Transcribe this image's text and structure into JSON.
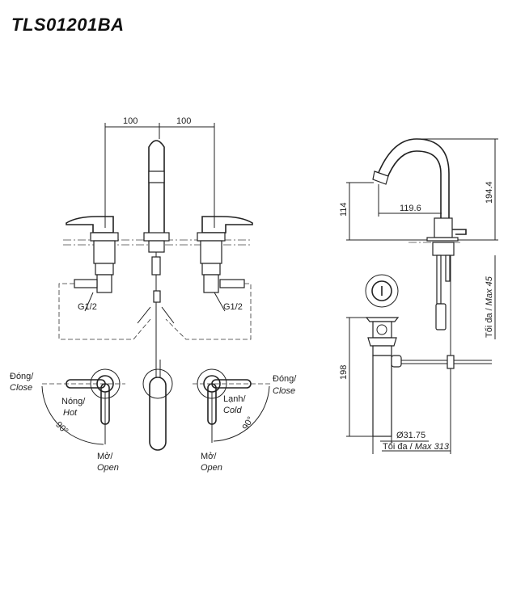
{
  "title": "TLS01201BA",
  "front_view": {
    "dim_left": "100",
    "dim_right": "100",
    "thread_left": "G1/2",
    "thread_right": "G1/2"
  },
  "handle_rotation": {
    "left": {
      "close_vi": "Đóng/",
      "close_en": "Close",
      "type_vi": "Nóng/",
      "type_en": "Hot",
      "angle": "90°",
      "open_vi": "Mở/",
      "open_en": "Open"
    },
    "right": {
      "close_vi": "Đóng/",
      "close_en": "Close",
      "type_vi": "Lạnh/",
      "type_en": "Cold",
      "angle": "90°",
      "open_vi": "Mở/",
      "open_en": "Open"
    }
  },
  "side_view": {
    "spout_height": "114",
    "spout_reach": "119.6",
    "total_height": "194.4",
    "max_deck_vi": "Tối đa / ",
    "max_deck_en": "Max 45",
    "drain_length": "198",
    "drain_diameter": "Ø31.75",
    "max_rod_vi": "Tối đa / ",
    "max_rod_en": "Max 313"
  }
}
